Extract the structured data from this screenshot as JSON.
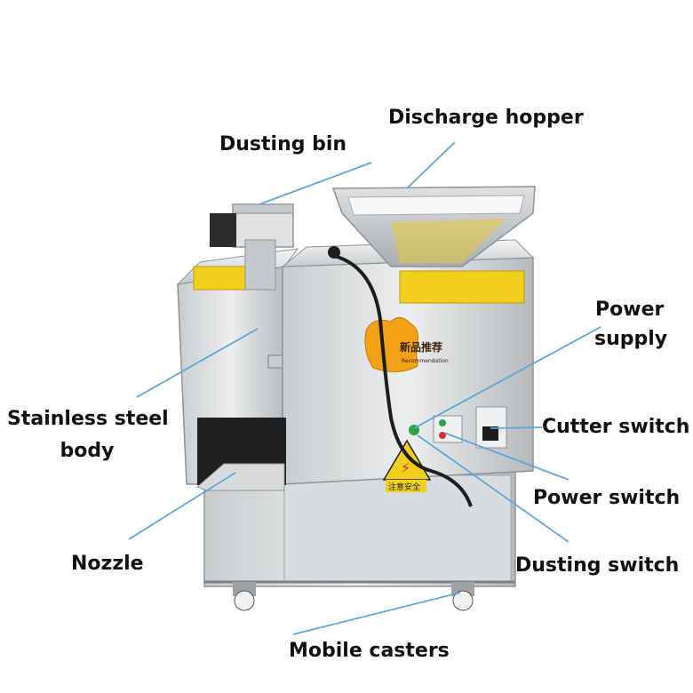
{
  "labels": {
    "discharge_hopper": "Discharge hopper",
    "dusting_bin": "Dusting bin",
    "power_supply_1": "Power",
    "power_supply_2": "supply",
    "stainless_body_1": "Stainless steel",
    "stainless_body_2": "body",
    "cutter_switch": "Cutter switch",
    "power_switch": "Power switch",
    "nozzle": "Nozzle",
    "dusting_switch": "Dusting switch",
    "mobile_casters": "Mobile casters"
  },
  "machine": {
    "logo_text": "新品推荐",
    "logo_subtext": "Recommendation",
    "safety_text": "注意安全"
  },
  "colors": {
    "leader_line": "#5aa7d8",
    "steel_light": "#e4e6e8",
    "steel_dark": "#8f9397",
    "warning_yellow": "#f2cf1c",
    "logo_orange": "#f3a216"
  }
}
